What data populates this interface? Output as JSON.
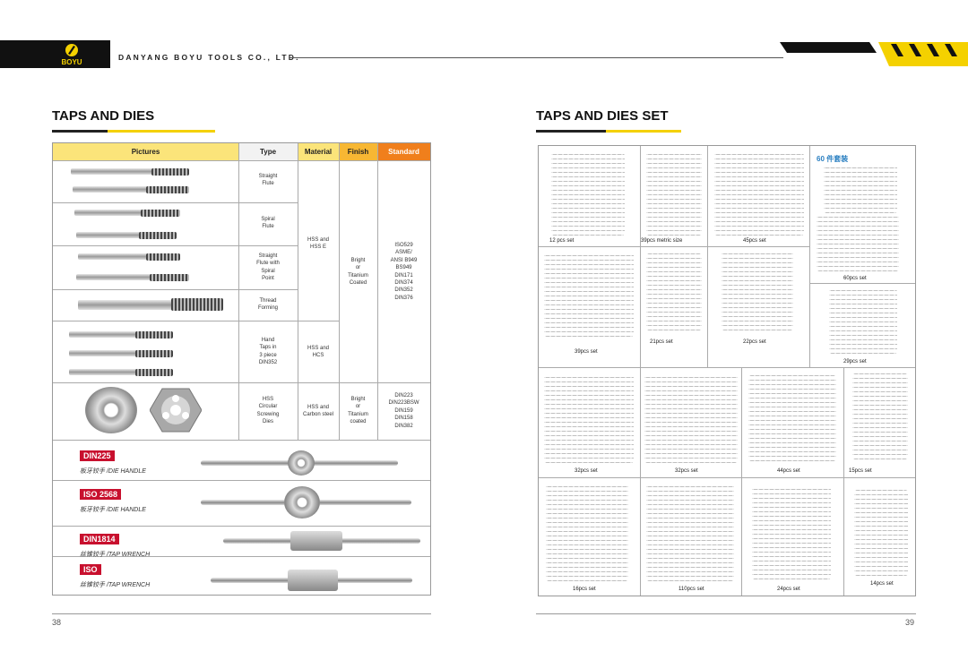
{
  "header": {
    "logo_text": "BOYU",
    "company": "DANYANG BOYU TOOLS CO., LTD."
  },
  "left": {
    "title": "TAPS AND DIES",
    "table": {
      "headers": [
        "Pictures",
        "Type",
        "Material",
        "Finish",
        "Standard"
      ],
      "types": [
        [
          "Straight",
          "Flute"
        ],
        [
          "Spiral",
          "Flute"
        ],
        [
          "Straight",
          "Flute with",
          "Spiral",
          "Point"
        ],
        [
          "Thread",
          "Forming"
        ],
        [
          "Hand",
          "Taps in",
          "3 piece",
          "DIN352"
        ],
        [
          "HSS",
          "Circular",
          "Screwing",
          "Dies"
        ]
      ],
      "material_taps": [
        "HSS and",
        "HSS E"
      ],
      "material_hand": [
        "HSS and",
        "HCS"
      ],
      "material_dies": [
        "HSS and",
        "Carbon steel"
      ],
      "finish_taps": [
        "Bright",
        "or",
        "Titanium",
        "Coated"
      ],
      "finish_dies": [
        "Bright",
        "or",
        "Titanium",
        "coated"
      ],
      "standard_taps": [
        "ISO529",
        "ASME/",
        "ANSI B949",
        "BS949",
        "DIN171",
        "DIN374",
        "DIN352",
        "DIN376"
      ],
      "standard_dies": [
        "DIN223",
        "DIN223BSW",
        "DIN159",
        "DIN158",
        "DIN382"
      ]
    },
    "handles": [
      {
        "code": "DIN225",
        "name": "板牙铰手 /DIE HANDLE"
      },
      {
        "code": "ISO 2568",
        "name": "板牙铰手 /DIE HANDLE"
      },
      {
        "code": "DIN1814",
        "name": "丝锥铰手 /TAP WRENCH"
      },
      {
        "code": "ISO",
        "name": "丝锥铰手 /TAP WRENCH"
      }
    ],
    "page_number": "38"
  },
  "right": {
    "title": "TAPS AND DIES SET",
    "sets": [
      "12 pcs set",
      "39pcs metric size",
      "45pcs set",
      "60pcs set",
      "39pcs set",
      "21pcs set",
      "22pcs set",
      "29pcs set",
      "32pcs set",
      "32pcs set",
      "44pcs set",
      "15pcs set",
      "16pcs set",
      "110pcs set",
      "24pcs set",
      "14pcs set"
    ],
    "label_60": "60 件套装",
    "page_number": "39"
  },
  "colors": {
    "accent_yellow": "#f4d100",
    "finish_header": "#f7b733",
    "standard_header": "#f07f1c",
    "pictures_header": "#fbe47a",
    "badge_red": "#c8102e"
  }
}
